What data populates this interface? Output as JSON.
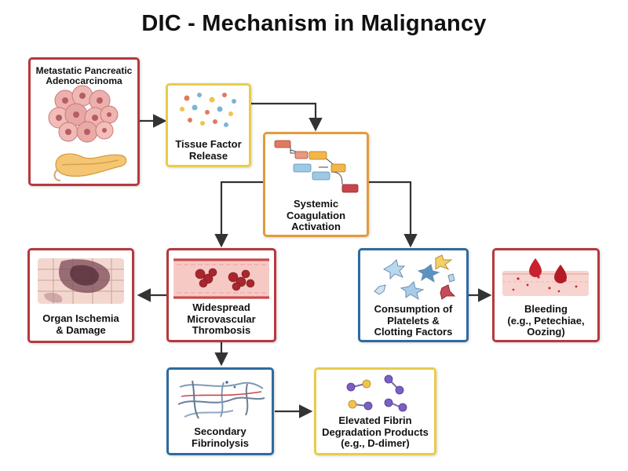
{
  "title": "DIC - Mechanism in Malignancy",
  "nodes": {
    "tumor": "Metastatic Pancreatic\nAdenocarcinoma",
    "tissue_factor": "Tissue Factor\nRelease",
    "coagulation": "Systemic\nCoagulation\nActivation",
    "ischemia": "Organ Ischemia\n& Damage",
    "thrombosis": "Widespread\nMicrovascular\nThrombosis",
    "consumption": "Consumption of\nPlatelets &\nClotting Factors",
    "bleeding": "Bleeding\n(e.g., Petechiae,\nOozing)",
    "fibrinolysis": "Secondary\nFibrinolysis",
    "fdp": "Elevated Fibrin\nDegradation Products\n(e.g., D-dimer)"
  },
  "colors": {
    "red_border": "#b5393f",
    "yellow_border": "#e8cc4d",
    "orange_border": "#e29b3d",
    "blue_border": "#2f6aa0",
    "arrow": "#333333"
  },
  "icons": [
    "tumor-cells-icon",
    "pancreas-icon",
    "tissue-factor-particles-icon",
    "coagulation-cascade-icon",
    "ischemic-tissue-icon",
    "clotted-vessel-icon",
    "platelets-icon",
    "bleeding-skin-icon",
    "fibrin-mesh-icon",
    "fibrin-fragments-icon"
  ]
}
